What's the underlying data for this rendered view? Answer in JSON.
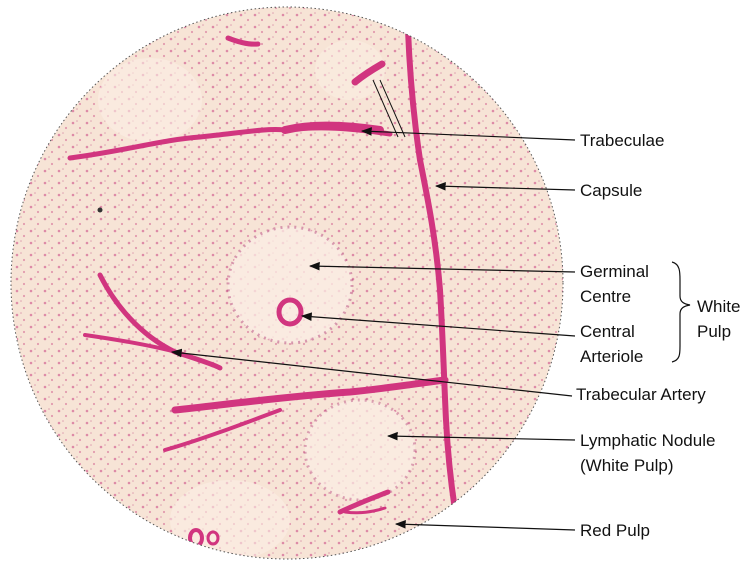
{
  "labels": {
    "trabeculae": "Trabeculae",
    "capsule": "Capsule",
    "germinal_line1": "Germinal",
    "germinal_line2": "Centre",
    "central_line1": "Central",
    "central_line2": "Arteriole",
    "white_pulp_line1": "White",
    "white_pulp_line2": "Pulp",
    "trabecular_artery": "Trabecular Artery",
    "lymphatic_line1": "Lymphatic Nodule",
    "lymphatic_line2": "(White Pulp)",
    "red_pulp": "Red Pulp"
  },
  "colors": {
    "background": "#f7e4d6",
    "stain": "#d63384",
    "trabecula": "#d1357f",
    "text": "#111111"
  }
}
